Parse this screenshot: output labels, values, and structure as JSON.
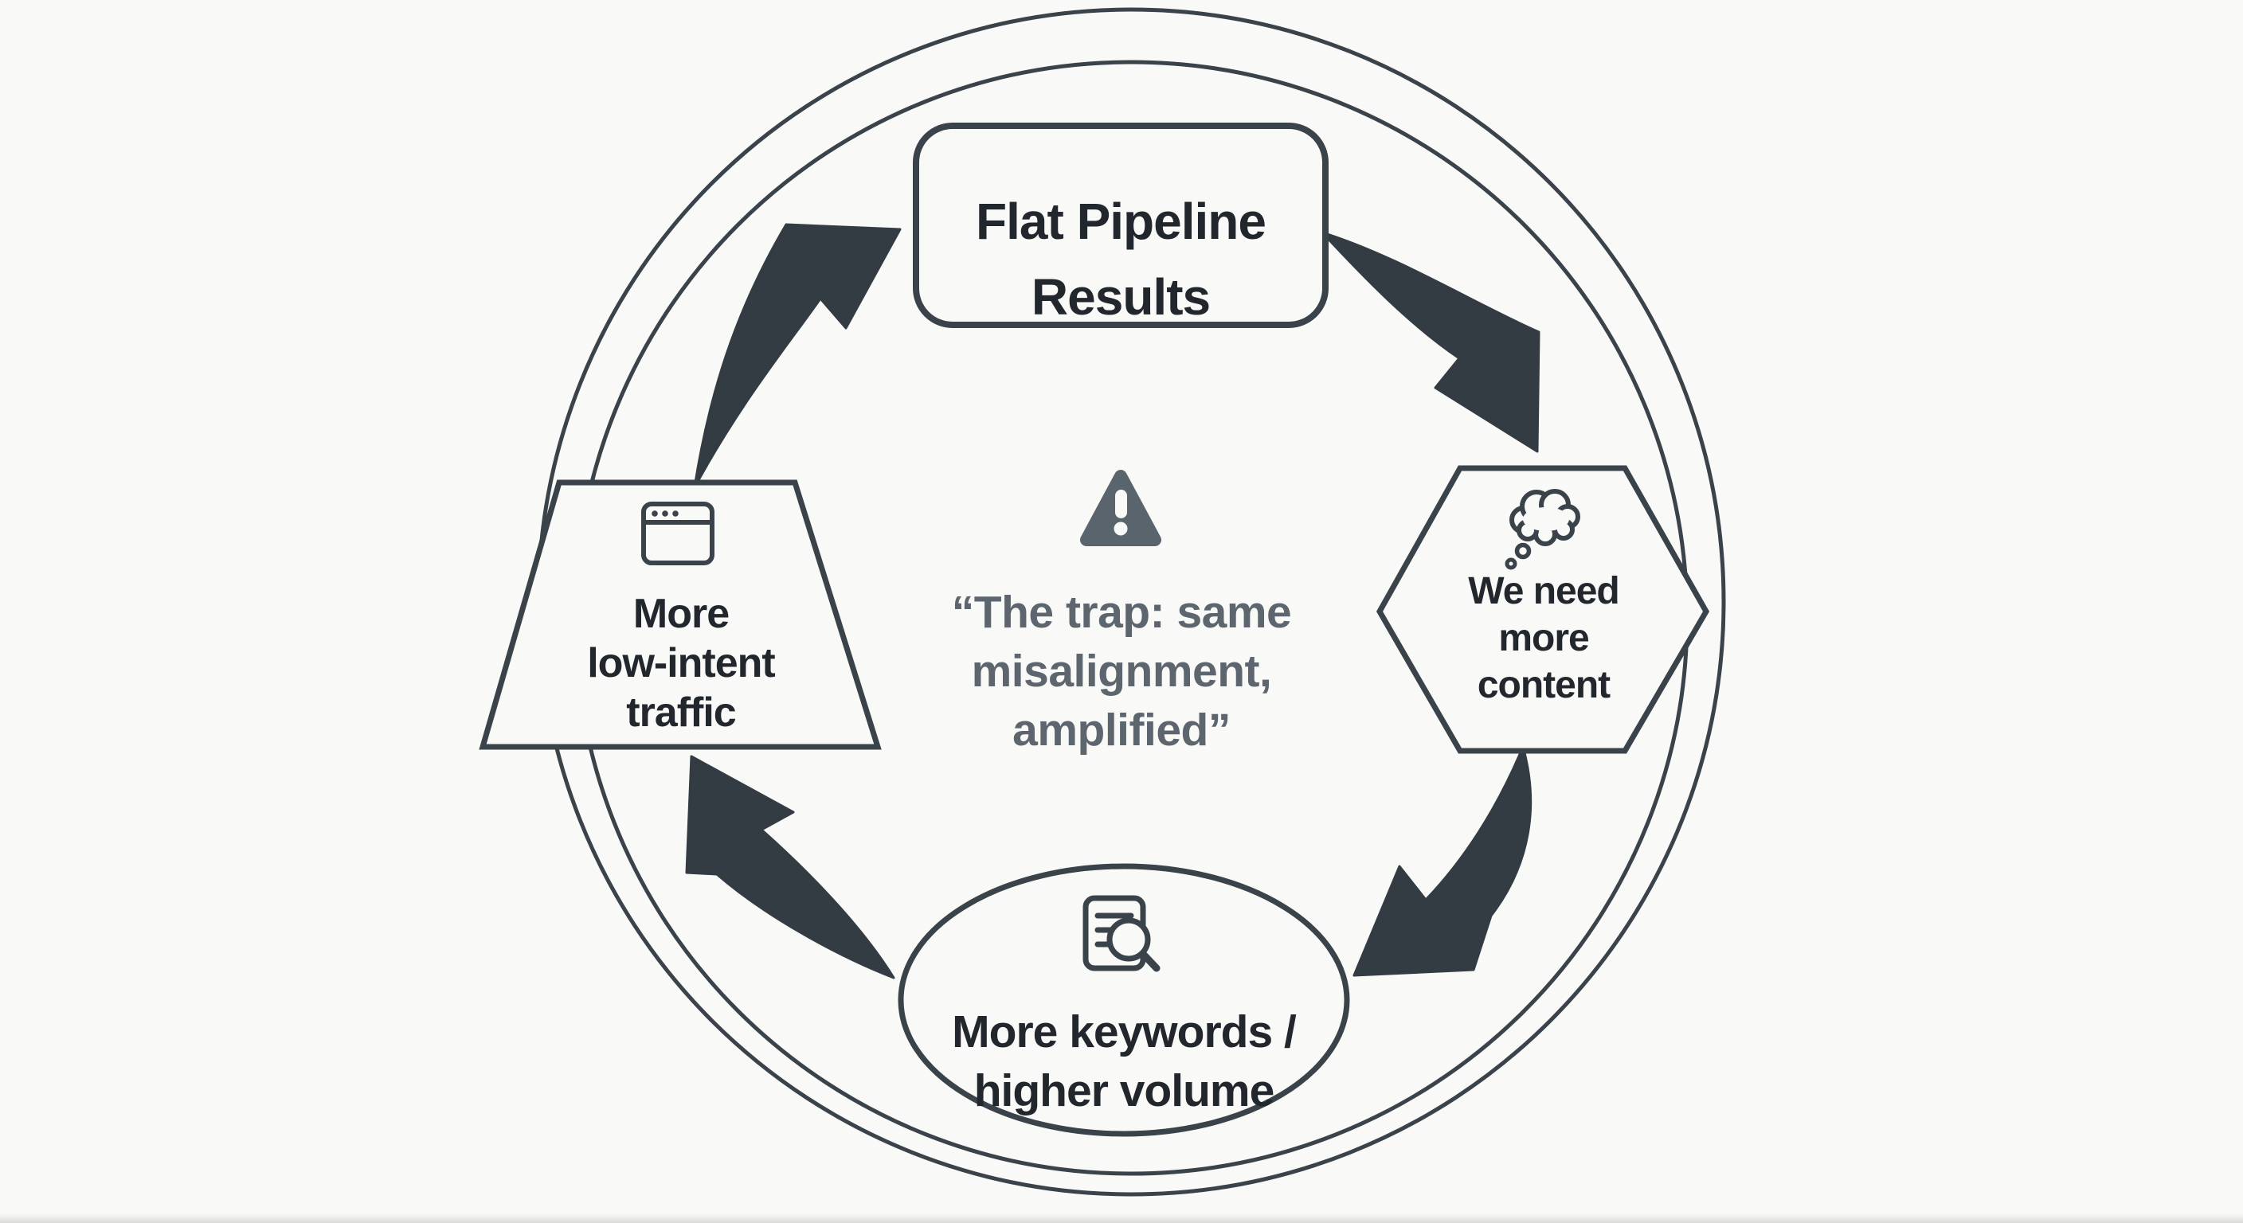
{
  "diagram": {
    "kind": "cycle-diagram",
    "colors": {
      "background": "#f9f9f7",
      "outline": "#3a424a",
      "arrow_fill": "#333b43",
      "node_text": "#22272d",
      "quote_text": "#5d666e",
      "warning_fill": "#5a646d"
    },
    "center": {
      "icon": "warning-triangle-icon",
      "quote_lines": [
        "“The trap: same",
        "misalignment,",
        "amplified”"
      ]
    },
    "nodes": [
      {
        "id": "flat-pipeline-results",
        "shape": "rounded-rectangle",
        "icon": null,
        "lines": [
          "Flat Pipeline",
          "Results"
        ]
      },
      {
        "id": "we-need-more-content",
        "shape": "hexagon",
        "icon": "thought-bubble-icon",
        "lines": [
          "We need",
          "more",
          "content"
        ]
      },
      {
        "id": "more-keywords-higher-volume",
        "shape": "ellipse",
        "icon": "document-search-icon",
        "lines": [
          "More keywords /",
          "higher volume"
        ]
      },
      {
        "id": "more-low-intent-traffic",
        "shape": "trapezoid",
        "icon": "browser-window-icon",
        "lines": [
          "More",
          "low-intent",
          "traffic"
        ]
      }
    ],
    "arrows": [
      {
        "id": "arrow-trapezoid-to-box"
      },
      {
        "id": "arrow-box-to-hexagon"
      },
      {
        "id": "arrow-hexagon-to-ellipse"
      },
      {
        "id": "arrow-ellipse-to-trapezoid"
      }
    ]
  }
}
